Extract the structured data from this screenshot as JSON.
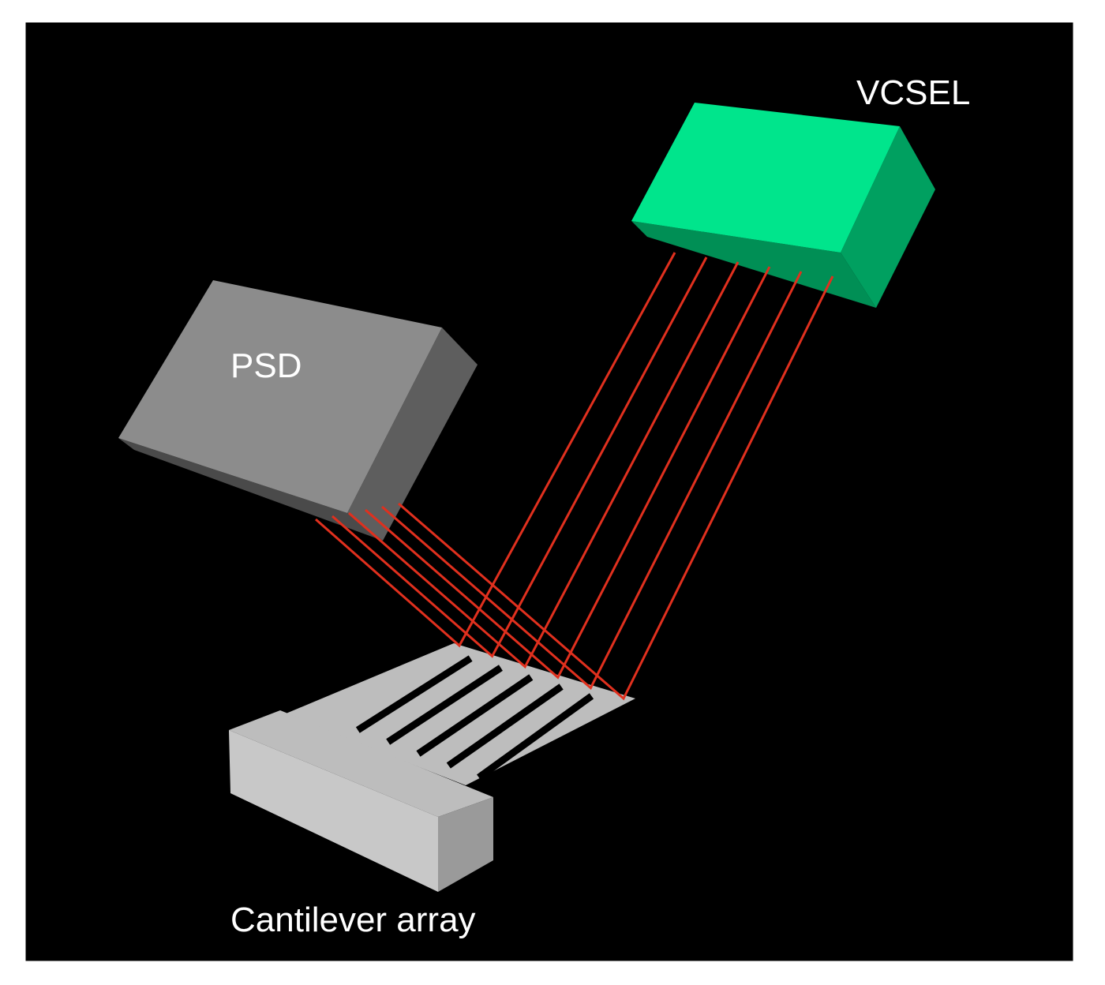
{
  "diagram": {
    "labels": {
      "vcsel": "VCSEL",
      "psd": "PSD",
      "cantilever": "Cantilever array"
    },
    "colors": {
      "background": "#000000",
      "frame": "#ffffff",
      "vcsel_front": "#00e58c",
      "vcsel_side": "#00a060",
      "vcsel_bottom": "#008f55",
      "psd_front": "#8c8c8c",
      "psd_side": "#5e5e5e",
      "psd_bottom": "#4a4a4a",
      "cantilever_top": "#bdbdbd",
      "cantilever_side": "#9a9a9a",
      "cantilever_front": "#c8c8c8",
      "beam": "#e0301e"
    },
    "beam_count": 6,
    "cantilever_count": 6
  }
}
